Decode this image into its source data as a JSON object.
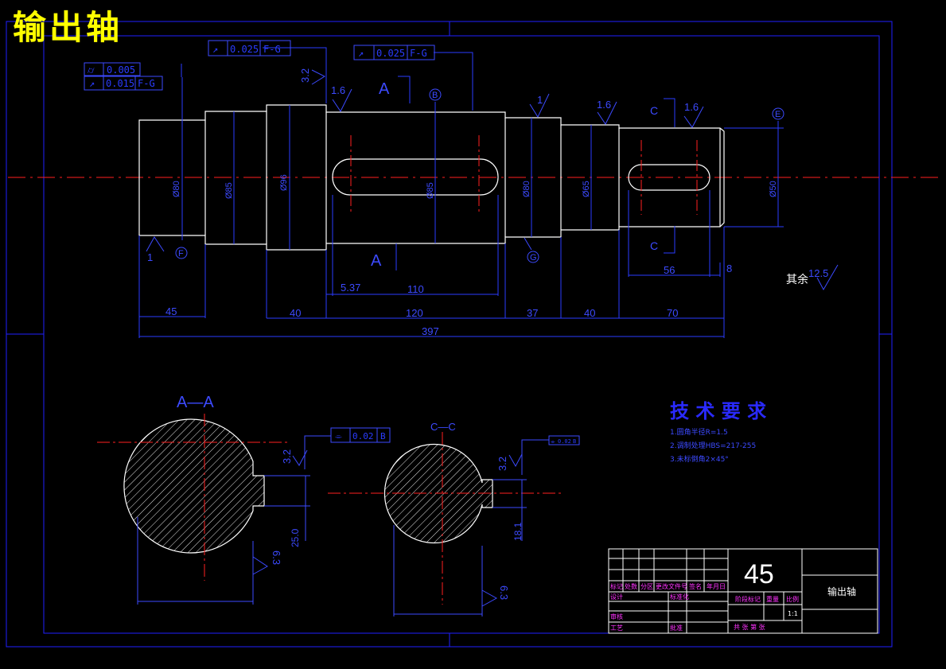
{
  "drawing_title": "输出轴",
  "tolerance_frames": {
    "left_top": {
      "symbol": "⌭",
      "value": "0.005"
    },
    "left_bottom": {
      "symbol": "↗",
      "value": "0.015",
      "datum": "F-G"
    },
    "mid": {
      "symbol": "↗",
      "value": "0.025",
      "datum": "F-G"
    },
    "right": {
      "symbol": "↗",
      "value": "0.025",
      "datum": "F-G"
    },
    "section_aa": {
      "symbol": "⌯",
      "value": "0.02",
      "datum": "B"
    },
    "section_cc": {
      "symbol": "⌯",
      "value": "0.02",
      "datum": "B"
    }
  },
  "roughness": {
    "r32a": "3.2",
    "r16a": "1.6",
    "r16b": "1.6",
    "r16c": "1.6",
    "r1a": "1",
    "r1b": "1",
    "other_label": "其余",
    "other_value": "12.5",
    "sec_a_32": "3.2",
    "sec_a_63": "6.3",
    "sec_c_32": "3.2",
    "sec_c_63": "6.3"
  },
  "diameters": {
    "d1": "Ø80",
    "d2": "Ø85",
    "d3": "Ø96",
    "d4": "Ø85",
    "d5": "Ø80",
    "d6": "Ø65",
    "d7": "Ø50"
  },
  "datums": {
    "B": "B",
    "E": "E",
    "F": "F",
    "G": "G"
  },
  "section_marks": {
    "A_top": "A",
    "A_bottom": "A",
    "C_top": "C",
    "C_bottom": "C"
  },
  "dimensions": {
    "d45": "45",
    "d40a": "40",
    "d120": "120",
    "d37": "37",
    "d40b": "40",
    "d70": "70",
    "d397": "397",
    "d537": "5.37",
    "d110": "110",
    "d56": "56",
    "d8": "8",
    "sec_a_depth": "25.0",
    "sec_c_depth": "18.1"
  },
  "section_titles": {
    "aa": "A—A",
    "cc": "C—C"
  },
  "tech_requirements": {
    "heading": "技 术 要 求",
    "items": [
      "1.圆角半径R=1.5",
      "2.调制处理HBS=217-255",
      "3.未标倒角2×45°"
    ]
  },
  "title_block": {
    "material": "45",
    "part_name": "输出轴",
    "rev_row": [
      "标记",
      "处数",
      "分区",
      "更改文件号",
      "签名",
      "年月日"
    ],
    "row_design": "设计",
    "row_std": "标准化",
    "row_check": "审核",
    "row_craft": "工艺",
    "row_approve": "批准",
    "stage_label": "阶段标记",
    "weight_label": "重量",
    "scale_label": "比例",
    "scale_value": "1:1",
    "sheets_label": "共  张 第  张"
  },
  "colors": {
    "background": "#000000",
    "outline": "#ffffff",
    "centerline": "#ff2020",
    "dimension": "#2a3cff",
    "title": "#ffff00",
    "frame": "#1b1bff"
  }
}
